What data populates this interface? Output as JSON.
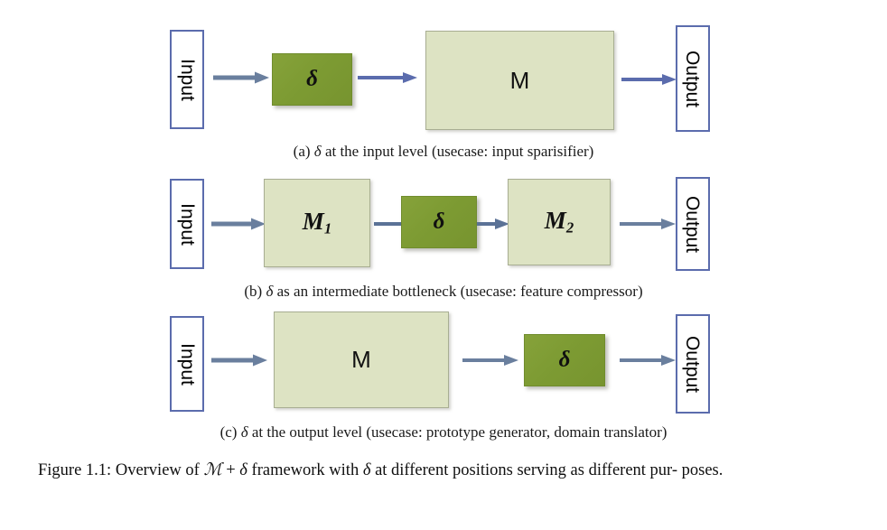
{
  "figure": {
    "caption_number": "Figure 1.1:",
    "caption_text_part1": "Overview of",
    "caption_script_m": "ℳ",
    "caption_plus": "+",
    "caption_delta": "δ",
    "caption_text_part2": "framework with",
    "caption_delta2": "δ",
    "caption_text_part3": "at different positions serving as different pur-",
    "caption_text_part4": "poses."
  },
  "rows": [
    {
      "id": "row-a",
      "caption_prefix": "(a)",
      "caption_delta": "δ",
      "caption_rest": "at the input level (usecase: input sparisifier)",
      "input_label": "Input",
      "output_label": "Output",
      "delta_label": "δ",
      "model_label": "M"
    },
    {
      "id": "row-b",
      "caption_prefix": "(b)",
      "caption_delta": "δ",
      "caption_rest": "as an intermediate bottleneck (usecase: feature compressor)",
      "input_label": "Input",
      "output_label": "Output",
      "delta_label": "δ",
      "model1_label": "M",
      "model1_sub": "1",
      "model2_label": "M",
      "model2_sub": "2"
    },
    {
      "id": "row-c",
      "caption_prefix": "(c)",
      "caption_delta": "δ",
      "caption_rest": "at the output level (usecase: prototype generator, domain translator)",
      "input_label": "Input",
      "output_label": "Output",
      "delta_label": "δ",
      "model_label": "M"
    }
  ],
  "colors": {
    "delta_fill": "#7d9b33",
    "model_fill": "#dde3c3",
    "model_border": "#a8ae92",
    "io_border": "#5b6cad",
    "io_fill": "#ffffff",
    "arrow": "#5b7296",
    "background": "#ffffff",
    "text": "#111111"
  }
}
